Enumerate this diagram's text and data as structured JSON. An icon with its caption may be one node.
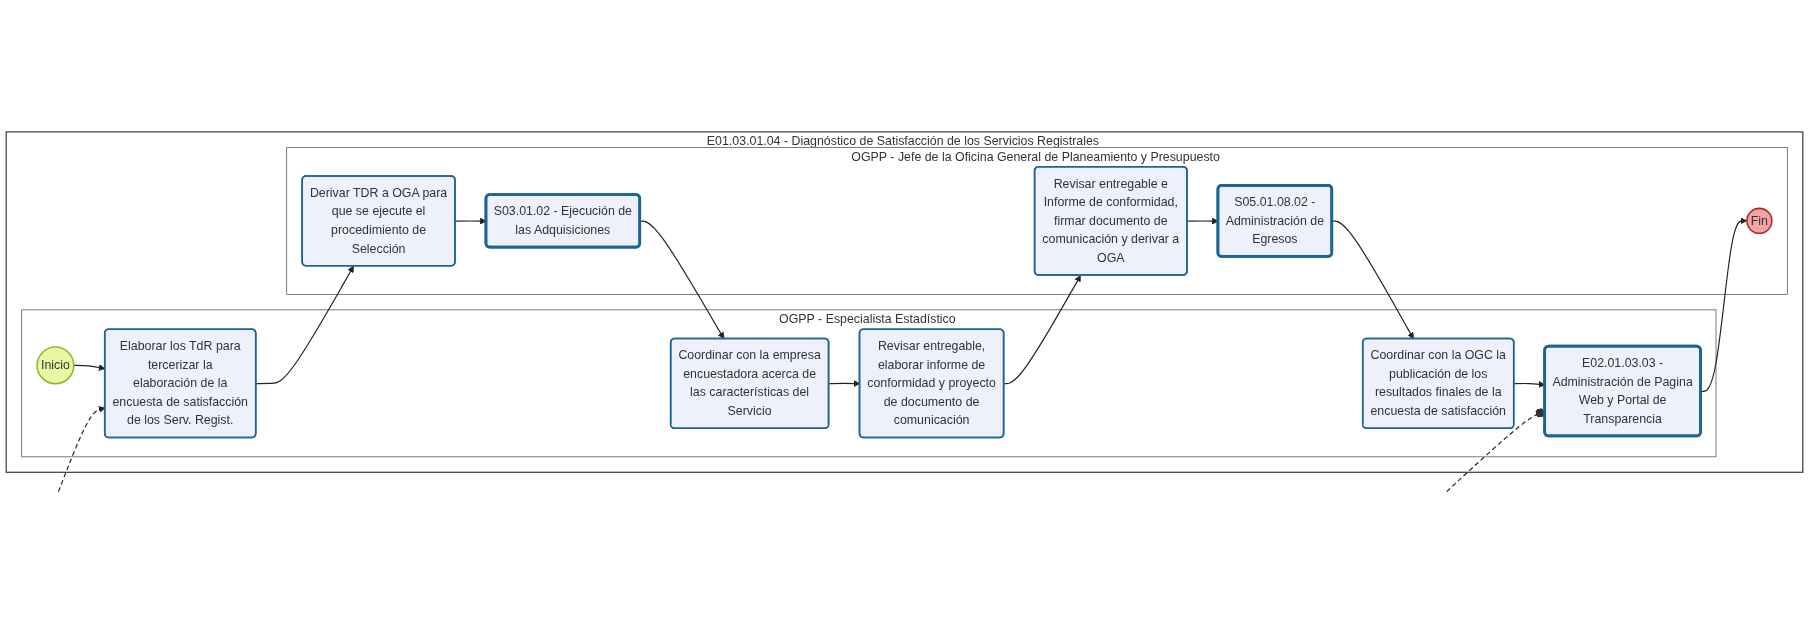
{
  "diagram": {
    "nodes": [
      {
        "text": [
          "E01.03.01.04 - Diagnóstico de Satisfacción de los Servicios Registrales"
        ]
      },
      {
        "text": [
          "OGPP - Especialista Estadístico"
        ],
        "in": 0
      },
      {
        "text": [
          "Inicio"
        ],
        "in": 1
      },
      {
        "text": [
          "Elaborar los TdR para tercerizar la elaboración de la encuesta de satisfacción de los Serv. Regist."
        ],
        "in": 1
      },
      {
        "text": [
          "Coordinar con la empresa encuestadora acerca de las características del Servicio"
        ],
        "in": 1
      },
      {
        "text": [
          "Revisar entregable, elaborar informe de conformidad y proyecto de documento de comunicación"
        ],
        "in": 1
      },
      {
        "text": [
          "Coordinar con la OGC la publicación de los resultados finales de la encuesta de satisfacción"
        ],
        "in": 1
      },
      {
        "text": [
          "E02.01.03.03 - Administración de Pagina Web y Portal de Transparencia"
        ],
        "in": 1
      },
      {
        "text": [
          "OGPP - Jefe de la Oficina General de Planeamiento y Presupuesto"
        ],
        "in": 0
      },
      {
        "text": [
          "Derivar TDR a OGA para que se ejecute el procedimiento de Selección"
        ],
        "in": 8
      },
      {
        "text": [
          "S03.01.02 - Ejecución de las Adquisiciones"
        ],
        "in": 8
      },
      {
        "text": [
          "Revisar entregable e Informe de conformidad, firmar documento de comunicación y derivar a OGA"
        ],
        "in": 8
      },
      {
        "text": [
          "S05.01.08.02 - Administración de Egresos"
        ],
        "in": 8
      },
      {
        "text": [
          "Fin"
        ],
        "in": 8
      }
    ],
    "edges": [
      {
        "from": 2,
        "to": 3,
        "arrow": "to"
      },
      {
        "from": 3,
        "to": 9,
        "arrow": "to"
      },
      {
        "from": 9,
        "to": 10,
        "arrow": "to"
      },
      {
        "from": 10,
        "to": 4,
        "arrow": "to"
      },
      {
        "from": 4,
        "to": 5,
        "arrow": "to"
      },
      {
        "from": 5,
        "to": 11,
        "arrow": "to"
      },
      {
        "from": 11,
        "to": 12,
        "arrow": "to"
      },
      {
        "from": 12,
        "to": 6,
        "arrow": "to"
      },
      {
        "from": 6,
        "to": 7,
        "arrow": "to"
      },
      {
        "from": 7,
        "to": 13,
        "arrow": "to"
      },
      {
        "from": null,
        "to": 3,
        "arrow": "to",
        "style": "dashed"
      },
      {
        "from": 7,
        "to": null,
        "arrow": "other",
        "style": "dashed"
      }
    ]
  }
}
